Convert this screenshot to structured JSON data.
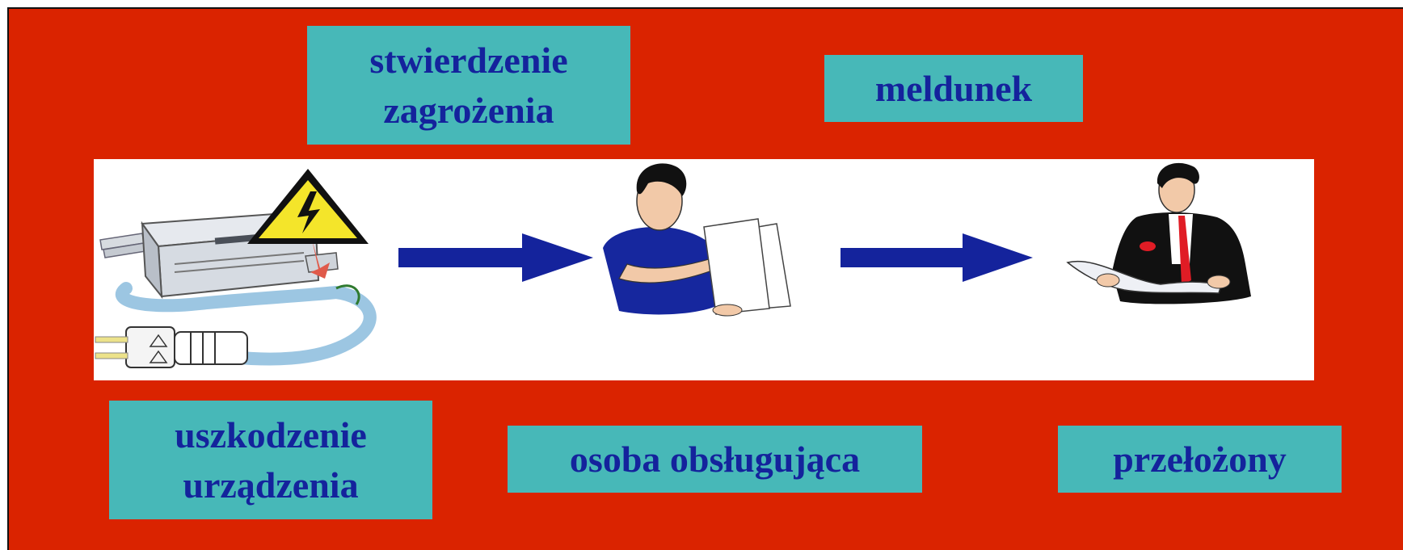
{
  "labels": {
    "threat": [
      "stwierdzenie",
      "zagrożenia"
    ],
    "report": "meldunek",
    "damage": [
      "uszkodzenie",
      "urządzenia"
    ],
    "operator": "osoba obsługująca",
    "supervisor": "przełożony"
  },
  "colors": {
    "background": "#DA2300",
    "box": "#47B8B8",
    "text": "#14239C",
    "arrow": "#14239C"
  },
  "icons": [
    "copier-with-warning-icon",
    "high-voltage-warning-icon",
    "person-with-documents-icon",
    "supervisor-reading-icon",
    "arrow-right-icon"
  ]
}
